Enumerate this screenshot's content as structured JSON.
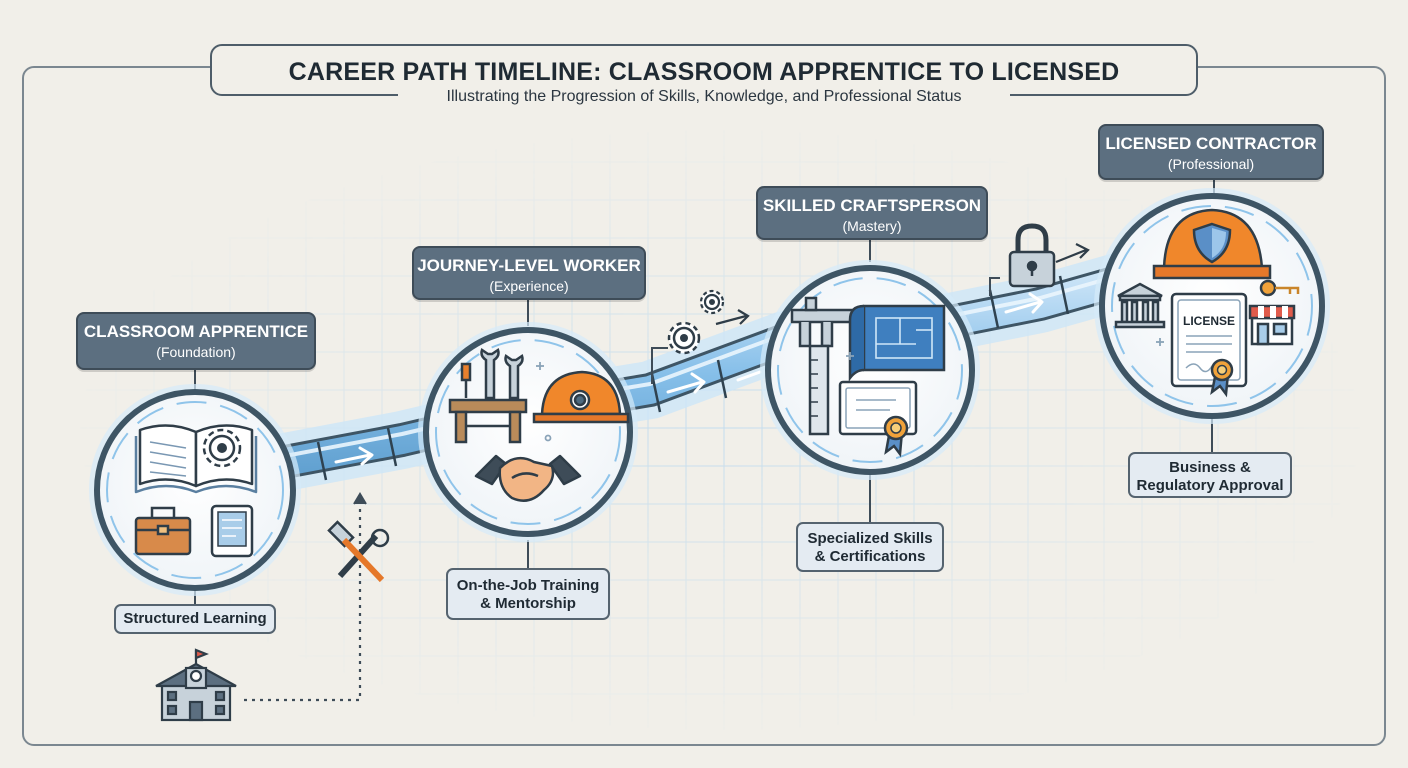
{
  "header": {
    "title": "CAREER PATH TIMELINE: CLASSROOM APPRENTICE TO LICENSED CONTRACTOR",
    "subtitle": "Illustrating the Progression of Skills, Knowledge, and Professional Status"
  },
  "stages": [
    {
      "title": "CLASSROOM APPRENTICE",
      "subtitle": "(Foundation)",
      "caption_lines": [
        "Structured Learning"
      ]
    },
    {
      "title": "JOURNEY-LEVEL WORKER",
      "subtitle": "(Experience)",
      "caption_lines": [
        "On-the-Job Training",
        "& Mentorship"
      ]
    },
    {
      "title": "SKILLED CRAFTSPERSON",
      "subtitle": "(Mastery)",
      "caption_lines": [
        "Specialized Skills",
        "& Certifications"
      ]
    },
    {
      "title": "LICENSED CONTRACTOR",
      "subtitle": "(Professional)",
      "caption_lines": [
        "Business &",
        "Regulatory Approval"
      ]
    }
  ],
  "license_card": {
    "label": "LICENSE"
  },
  "icons": {
    "stage1": [
      "open-book-icon",
      "gear-icon",
      "toolbox-icon",
      "tablet-icon"
    ],
    "stage2": [
      "workbench-icon",
      "hard-hat-icon",
      "handshake-icon",
      "wrench-icon",
      "screwdriver-icon"
    ],
    "stage3": [
      "caliper-icon",
      "blueprint-icon",
      "certificate-icon",
      "ruler-icon"
    ],
    "stage4": [
      "shield-hard-hat-icon",
      "license-document-icon",
      "bank-icon",
      "storefront-icon",
      "key-icon"
    ],
    "connectors": [
      "school-building-icon",
      "hammer-wrench-icon",
      "gears-icon",
      "padlock-icon"
    ]
  },
  "colors": {
    "background": "#f1efe9",
    "label_fill": "#5c6f80",
    "caption_fill": "#e4ebf2",
    "path_blue": "#8fc4ea",
    "path_glow": "#cde6f8",
    "accent_orange": "#f0872b",
    "outline": "#3e4c58"
  }
}
